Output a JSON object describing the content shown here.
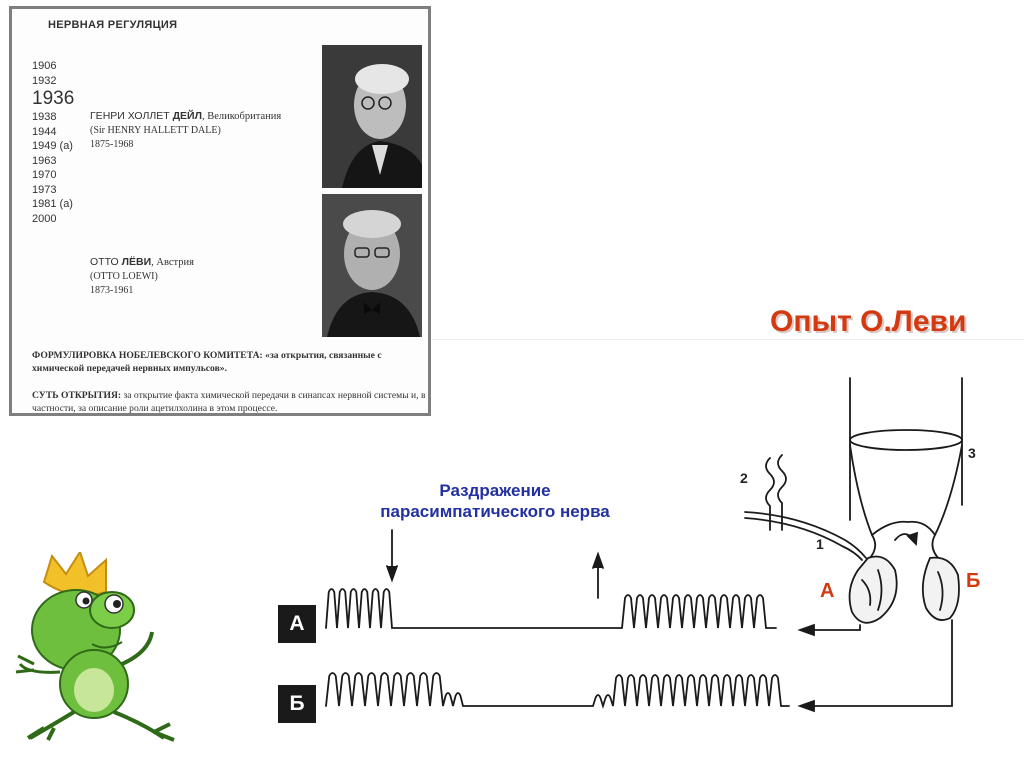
{
  "card": {
    "title": "НЕРВНАЯ РЕГУЛЯЦИЯ",
    "years": [
      "1906",
      "1932",
      "1936",
      "1938",
      "1944",
      "1949 (а)",
      "1963",
      "1970",
      "1973",
      "1981 (а)",
      "2000"
    ],
    "laureate1": {
      "first_names": "ГЕНРИ ХОЛЛЕТ ",
      "surname": "ДЕЙЛ",
      "country": ", Великобритания",
      "latin_name": "(Sir HENRY HALLETT DALE)",
      "lifespan": "1875-1968"
    },
    "laureate2": {
      "first_names": "ОТТО ",
      "surname": "ЛЁВИ",
      "country": ", Австрия",
      "latin_name": "(OTTO LOEWI)",
      "lifespan": "1873-1961"
    },
    "formulation_label": "ФОРМУЛИРОВКА НОБЕЛЕВСКОГО КОМИТЕТА:",
    "formulation_text": " «за открытия, связанные с химической передачей нервных импульсов».",
    "essence_label": "СУТЬ ОТКРЫТИЯ:",
    "essence_text": " за открытие факта химической передачи в синапсах нервной системы и, в частности, за описание роли ацетилхолина в этом процессе."
  },
  "heading": "Опыт О.Леви",
  "stimulation_label": "Раздражение парасимпатического нерва",
  "trace_labels": {
    "a": "А",
    "b": "Б"
  },
  "heart_labels": {
    "a": "А",
    "b": "Б"
  },
  "part_numbers": {
    "one": "1",
    "two": "2",
    "three": "3"
  },
  "colors": {
    "accent": "#d43a12",
    "label_blue": "#2330a0",
    "box": "#1a1a1a"
  },
  "icons": {
    "mascot": "frog-prince-icon"
  }
}
